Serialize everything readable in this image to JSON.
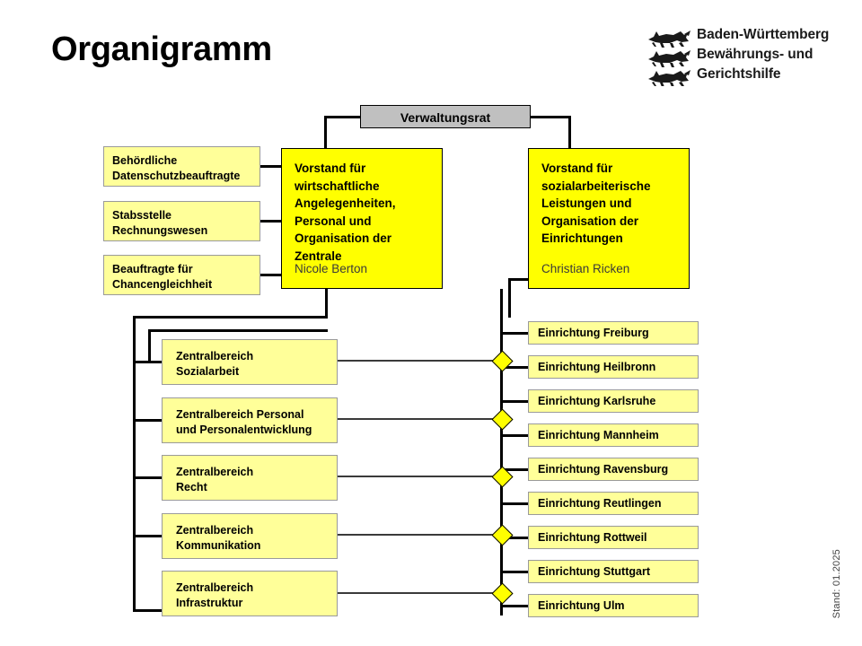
{
  "page": {
    "title": "Organigramm",
    "date_stamp": "Stand: 01.2025"
  },
  "logo": {
    "line1": "Baden-Württemberg",
    "line2": "Bewährungs- und",
    "line3": "Gerichtshilfe",
    "emblem": "three-lions-crest"
  },
  "colors": {
    "board_fill": "#ffff00",
    "unit_fill": "#ffff99",
    "council_fill": "#c0c0c0",
    "border": "#9a9a9a",
    "line": "#000000"
  },
  "chart_data": {
    "type": "diagram",
    "title": "Organigramm",
    "root": "Verwaltungsrat"
  },
  "council": {
    "label": "Verwaltungsrat"
  },
  "boards": [
    {
      "heading": "Vorstand für wirtschaftliche Angelegenheiten, Personal und Organisation der Zentrale",
      "person": "Nicole Berton"
    },
    {
      "heading": "Vorstand für sozialarbeiterische Leistungen und Organisation der Einrichtungen",
      "person": "Christian Ricken"
    }
  ],
  "staff_units": [
    {
      "label": "Behördliche\nDatenschutzbeauftragte"
    },
    {
      "label": "Stabsstelle\nRechnungswesen"
    },
    {
      "label": "Beauftragte für\nChancengleichheit"
    }
  ],
  "central_units": [
    {
      "label": "Zentralbereich\nSozialarbeit"
    },
    {
      "label": "Zentralbereich Personal\nund Personalentwicklung"
    },
    {
      "label": "Zentralbereich\nRecht"
    },
    {
      "label": "Zentralbereich\nKommunikation"
    },
    {
      "label": "Zentralbereich\nInfrastruktur"
    }
  ],
  "facilities": [
    {
      "label": "Einrichtung Freiburg"
    },
    {
      "label": "Einrichtung Heilbronn"
    },
    {
      "label": "Einrichtung Karlsruhe"
    },
    {
      "label": "Einrichtung Mannheim"
    },
    {
      "label": "Einrichtung Ravensburg"
    },
    {
      "label": "Einrichtung Reutlingen"
    },
    {
      "label": "Einrichtung Rottweil"
    },
    {
      "label": "Einrichtung Stuttgart"
    },
    {
      "label": "Einrichtung Ulm"
    }
  ]
}
